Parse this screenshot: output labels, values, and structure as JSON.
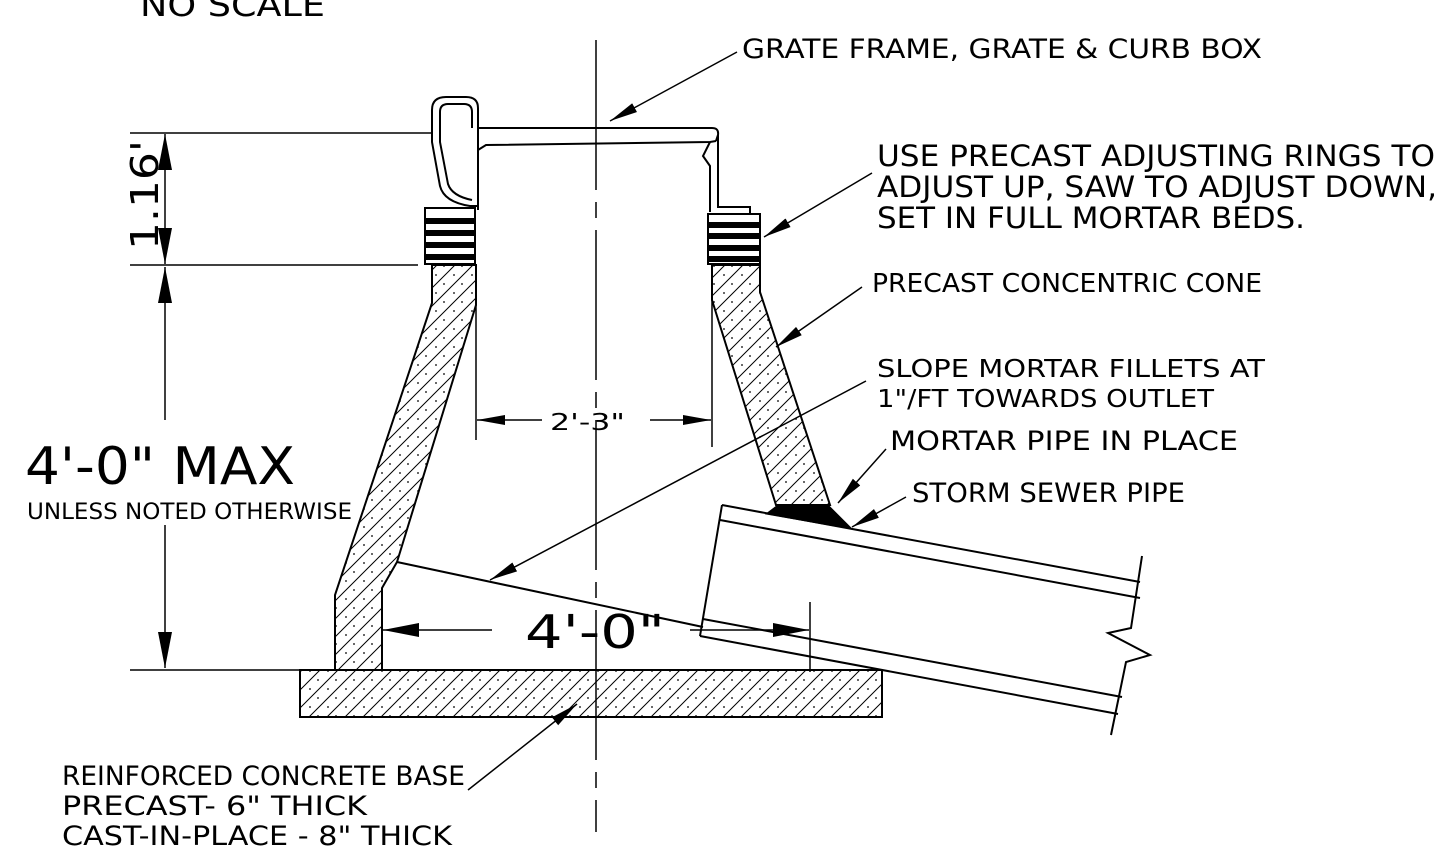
{
  "title_block": {
    "scale_note": "NO SCALE"
  },
  "callouts": {
    "grate_frame": "GRATE FRAME, GRATE & CURB BOX",
    "adjusting_rings": [
      "USE PRECAST ADJUSTING RINGS TO",
      "ADJUST UP, SAW TO ADJUST DOWN,",
      "SET IN FULL MORTAR BEDS."
    ],
    "cone": "PRECAST CONCENTRIC CONE",
    "mortar_fillets": [
      "SLOPE MORTAR FILLETS AT",
      "1\"/FT TOWARDS OUTLET"
    ],
    "mortar_pipe": "MORTAR PIPE IN PLACE",
    "storm_sewer_pipe": "STORM SEWER PIPE",
    "base": [
      "REINFORCED CONCRETE BASE",
      "PRECAST- 6\" THICK",
      "CAST-IN-PLACE - 8\" THICK"
    ]
  },
  "dimensions": {
    "frame_height": "1.16'",
    "opening_width": "2'-3\"",
    "structure_depth": "4'-0\" MAX",
    "structure_depth_note": "UNLESS NOTED OTHERWISE",
    "base_inside_width": "4'-0\""
  }
}
